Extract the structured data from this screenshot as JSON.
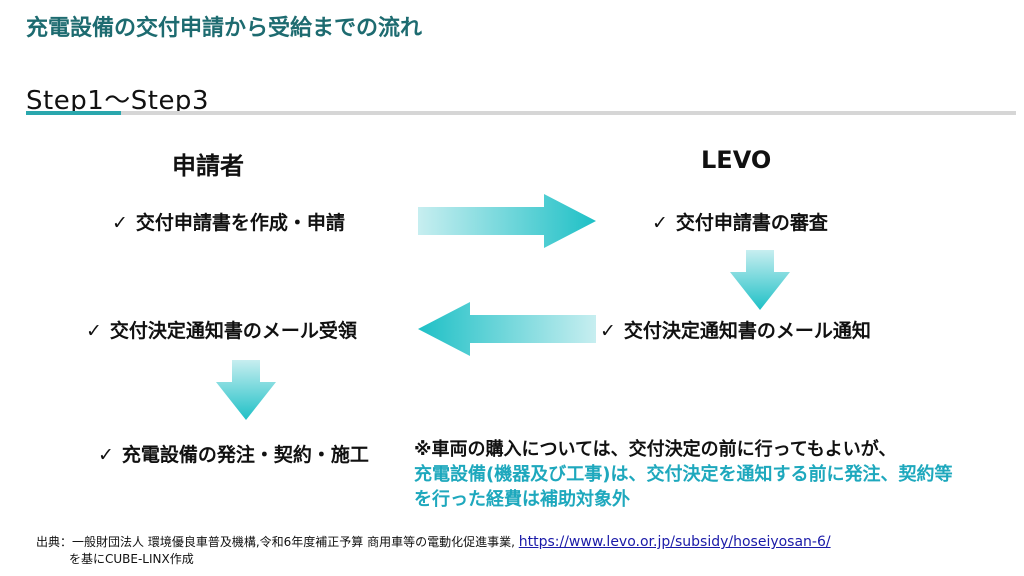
{
  "slide": {
    "title": "充電設備の交付申請から受給までの流れ",
    "subtitle": "Step1～Step3"
  },
  "columns": {
    "applicant": "申請者",
    "levo": "LEVO"
  },
  "steps": {
    "check_glyph": "✓",
    "apply": "交付申請書を作成・申請",
    "review": "交付申請書の審査",
    "notify": "交付決定通知書のメール通知",
    "receive": "交付決定通知書のメール受領",
    "order": "充電設備の発注・契約・施工"
  },
  "note": {
    "line1": "※車両の購入については、交付決定の前に行ってもよいが、",
    "line2": "充電設備(機器及び工事)は、交付決定を通知する前に発注、契約等",
    "line3": "を行った経費は補助対象外"
  },
  "source": {
    "prefix": "出典：一般財団法人 環境優良車普及機構,令和6年度補正予算 商用車等の電動化促進事業,",
    "link": "https://www.levo.or.jp/subsidy/hoseiyosan-6/",
    "line2": "を基にCUBE-LINX作成"
  },
  "colors": {
    "title": "#1d6b70",
    "arrow_light": "#c7eef0",
    "arrow_dark": "#1ec0c6",
    "note_highlight": "#1ea8bd",
    "accent": "#2aa7ad"
  }
}
